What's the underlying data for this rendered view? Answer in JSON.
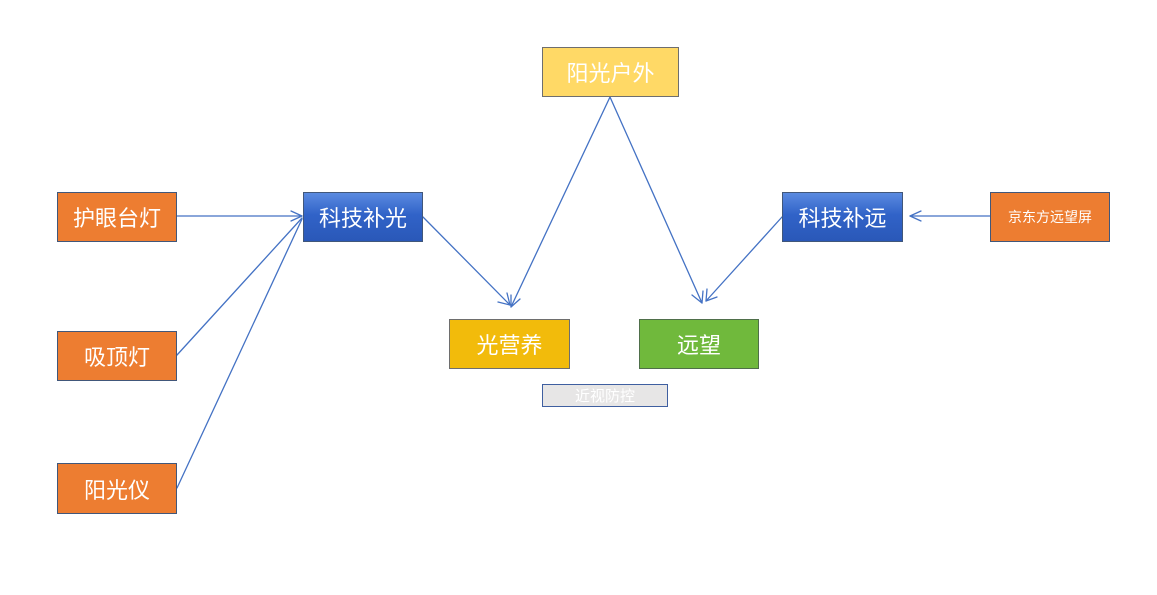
{
  "nodes": {
    "eye_lamp": "护眼台灯",
    "ceiling_lamp": "吸顶灯",
    "sun_device": "阳光仪",
    "tech_light": "科技补光",
    "sunshine_outdoor": "阳光户外",
    "light_nutrition": "光营养",
    "far_view": "远望",
    "tech_far": "科技补远",
    "boe_screen": "京东方远望屏",
    "myopia_control": "近视防控"
  },
  "colors": {
    "orange": "#ed7d31",
    "blue": "#3163c8",
    "gold": "#f2bb0b",
    "light_gold": "#ffd966",
    "green": "#70b93c",
    "grey": "#e7e6e6",
    "arrow": "#4472c4"
  }
}
